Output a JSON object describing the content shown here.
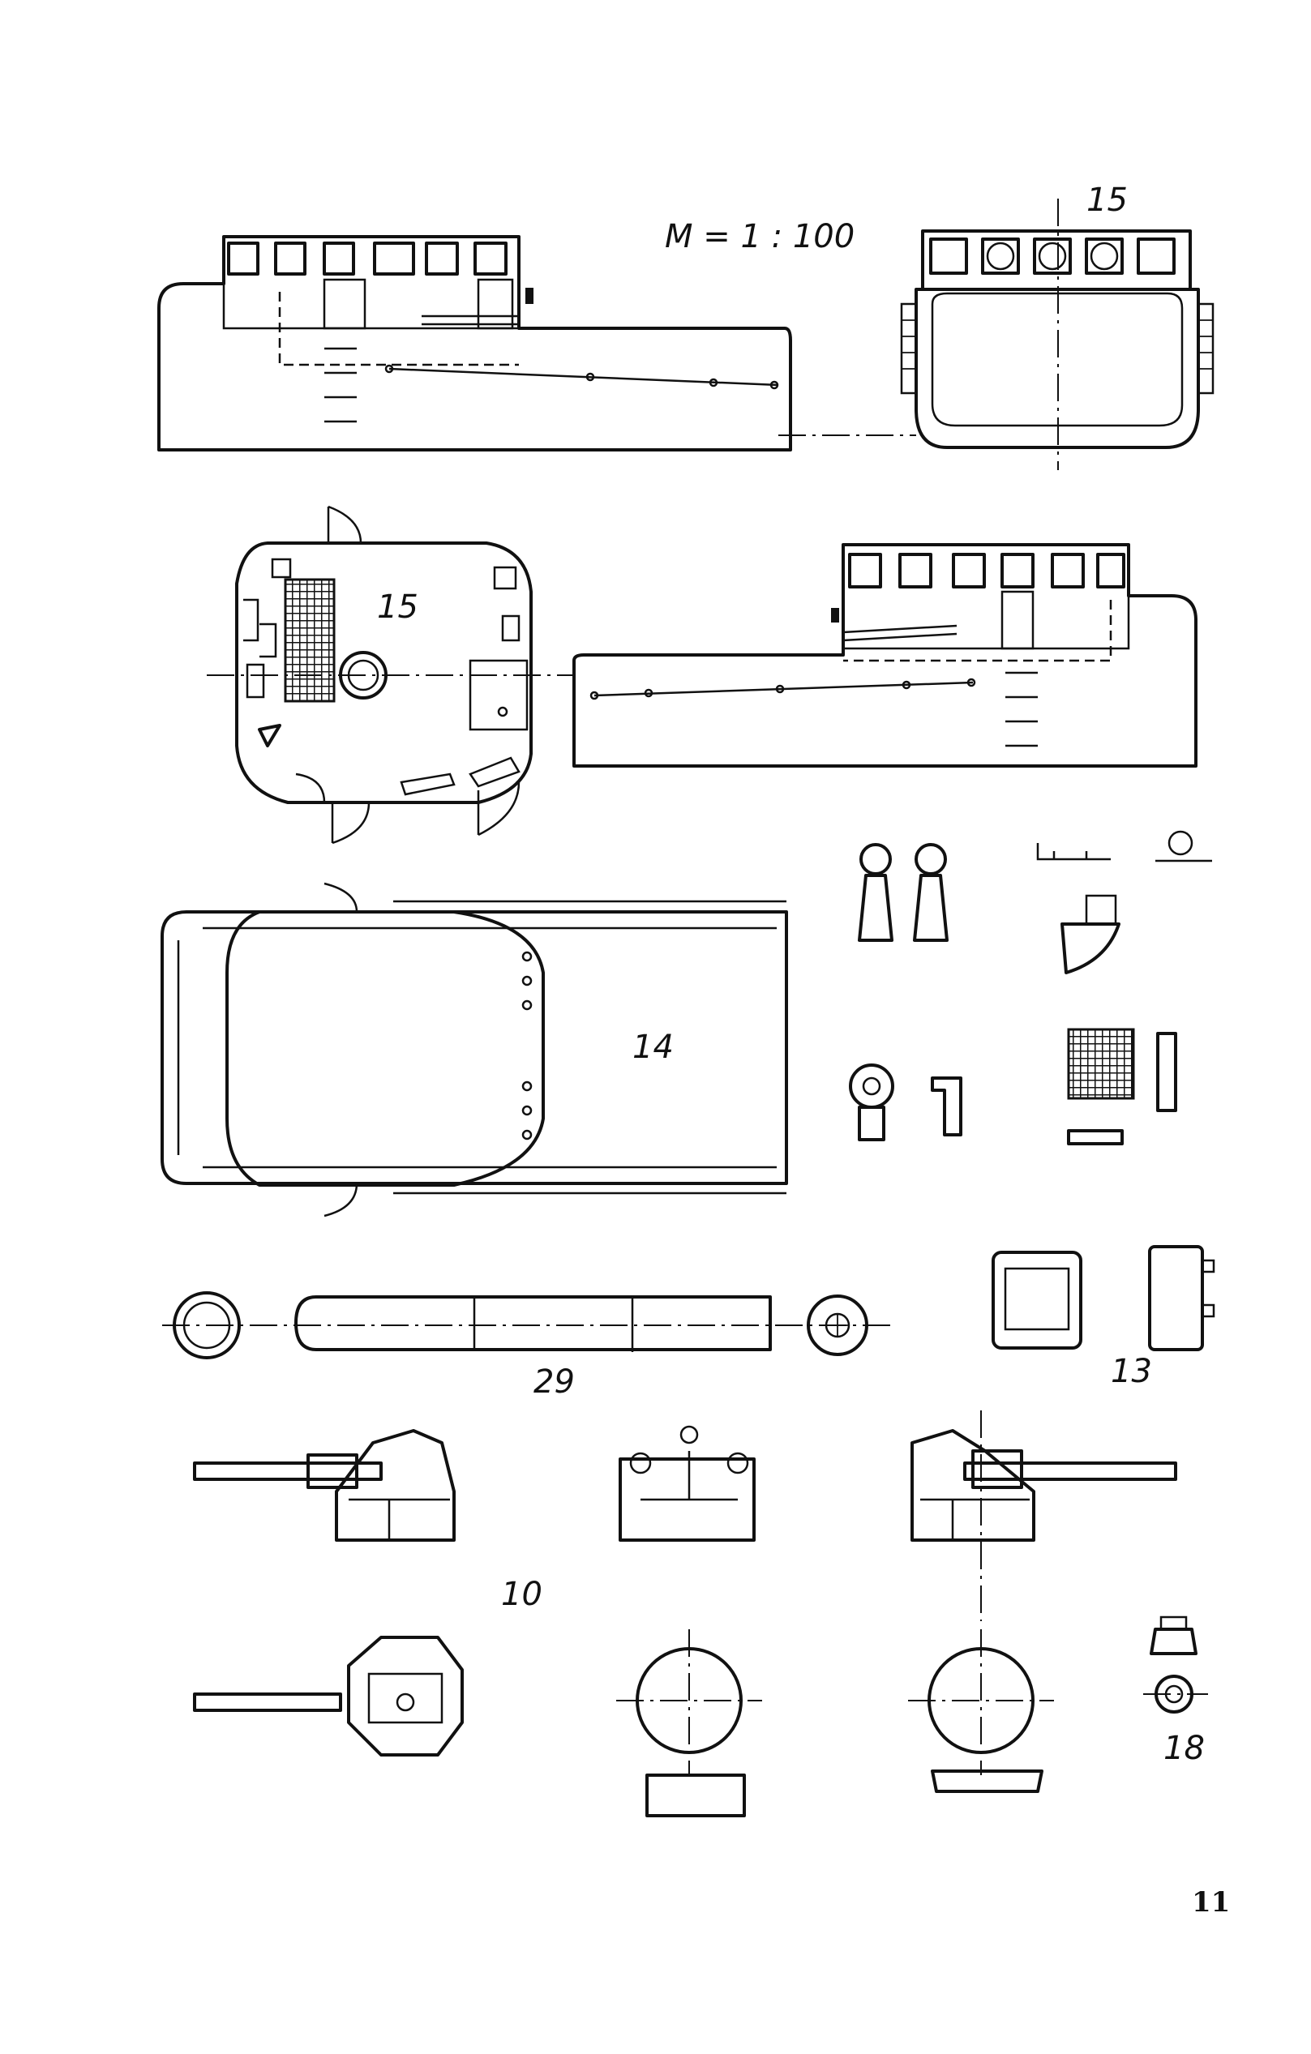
{
  "scale_label": "M = 1 : 100",
  "page_number": "11",
  "part_labels": {
    "wheelhouse_front": "15",
    "wheelhouse_plan": "15",
    "deck_plan": "14",
    "tube": "29",
    "box": "13",
    "gun": "10",
    "small_part": "18"
  }
}
